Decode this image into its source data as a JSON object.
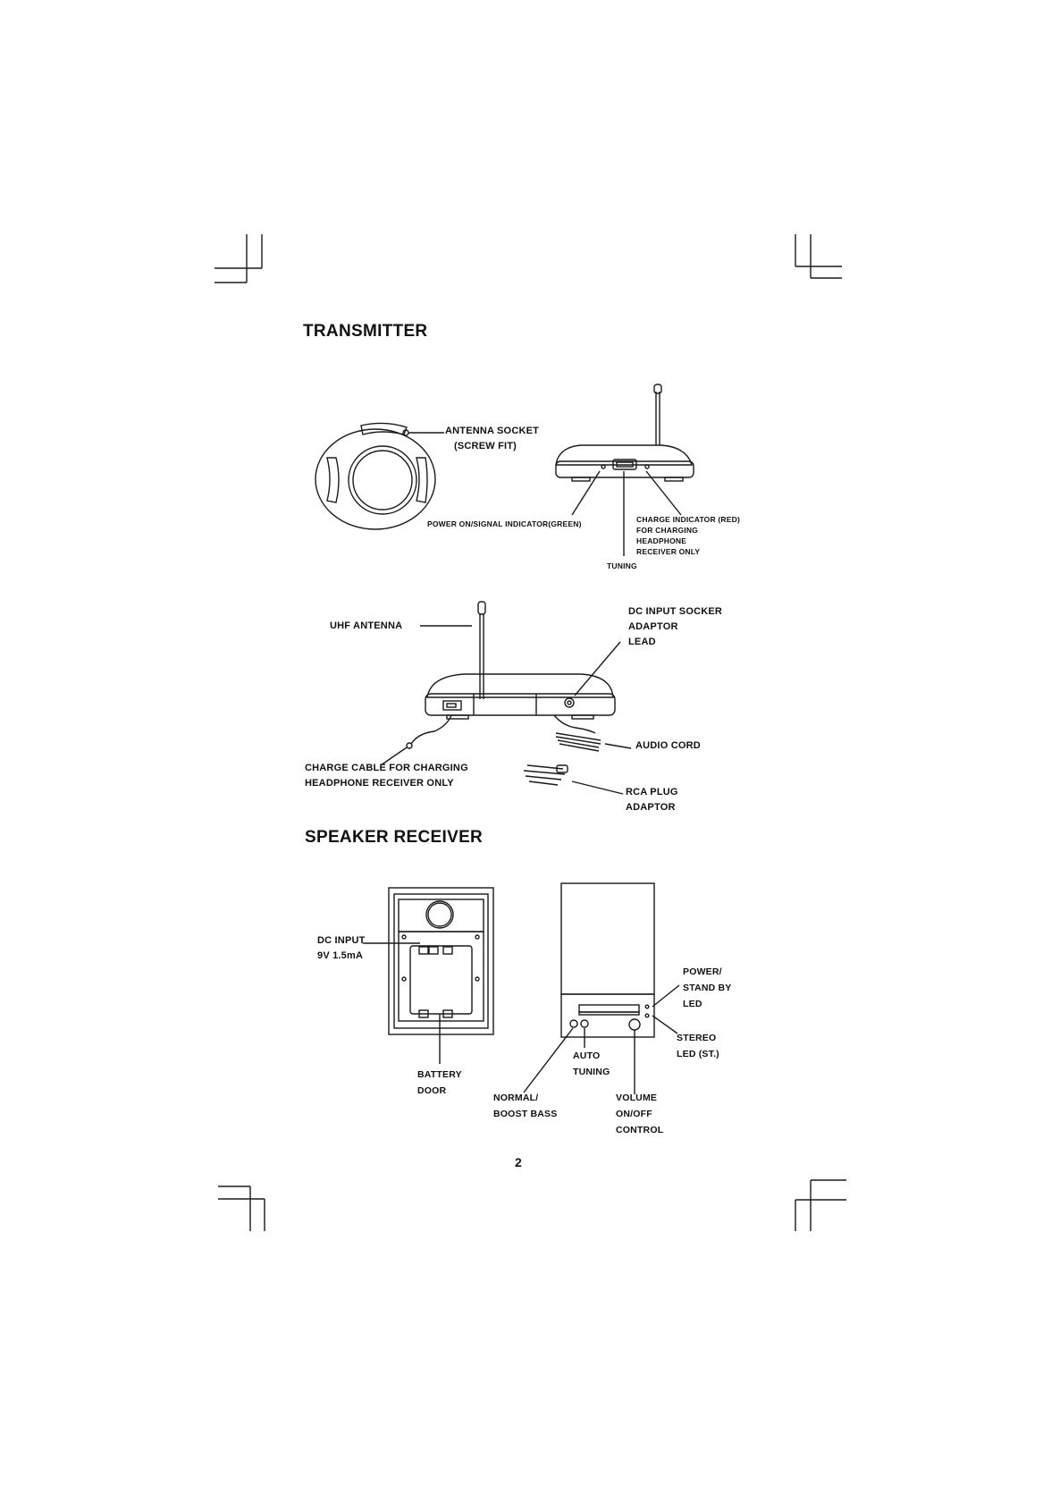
{
  "transmitter": {
    "heading": "TRANSMITTER",
    "top_view": {
      "antenna_socket": [
        "ANTENNA SOCKET",
        "(SCREW FIT)"
      ]
    },
    "front_view": {
      "power_indicator": "POWER ON/SIGNAL INDICATOR(GREEN)",
      "charge_indicator": [
        "CHARGE INDICATOR (RED)",
        "FOR CHARGING",
        "HEADPHONE",
        "RECEIVER ONLY"
      ],
      "tuning": "TUNING"
    },
    "rear_view": {
      "uhf_antenna": "UHF ANTENNA",
      "dc_input": [
        "DC INPUT SOCKER",
        "ADAPTOR",
        "LEAD"
      ],
      "charge_cable": [
        "CHARGE CABLE FOR CHARGING",
        "HEADPHONE RECEIVER ONLY"
      ],
      "audio_cord": "AUDIO CORD",
      "rca_plug": [
        "RCA PLUG",
        "ADAPTOR"
      ]
    }
  },
  "speaker_receiver": {
    "heading": "SPEAKER RECEIVER",
    "rear_view": {
      "dc_input": [
        "DC INPUT",
        "9V  1.5mA"
      ],
      "battery_door": [
        "BATTERY",
        "DOOR"
      ]
    },
    "front_view": {
      "power_led": [
        "POWER/",
        "STAND BY",
        "LED"
      ],
      "stereo_led": [
        "STEREO",
        "LED (ST.)"
      ],
      "auto_tuning": [
        "AUTO",
        "TUNING"
      ],
      "bass": [
        "NORMAL/",
        "BOOST BASS"
      ],
      "volume": [
        "VOLUME",
        "ON/OFF",
        "CONTROL"
      ]
    }
  },
  "page_number": "2"
}
